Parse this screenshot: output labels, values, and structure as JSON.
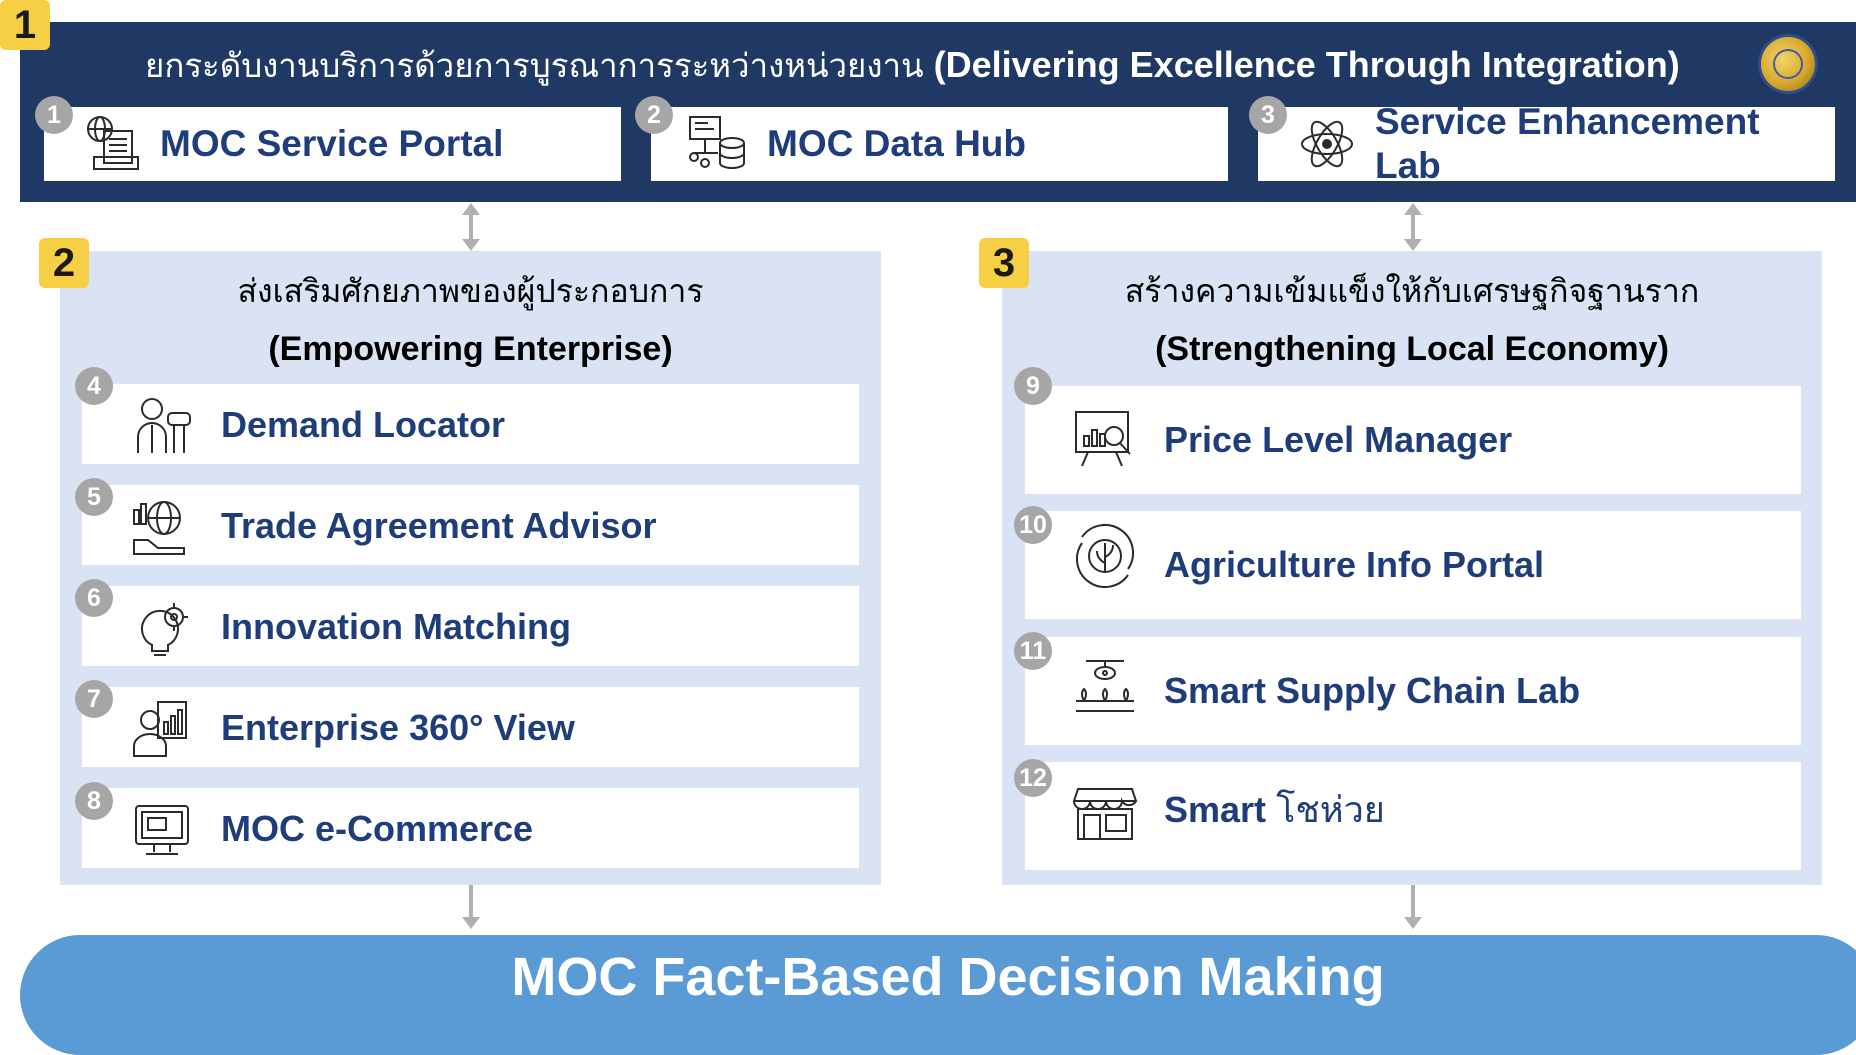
{
  "section1": {
    "badge": "1",
    "title_th": "ยกระดับงานบริการด้วยการบูรณาการระหว่างหน่วยงาน",
    "title_en": "(Delivering Excellence Through Integration)",
    "cards": [
      {
        "num": "1",
        "label": "MOC Service Portal",
        "icon": "globe-document-icon"
      },
      {
        "num": "2",
        "label": "MOC Data Hub",
        "icon": "data-hub-icon"
      },
      {
        "num": "3",
        "label_line1": "Service Enhancement",
        "label_line2": "Lab",
        "icon": "atom-icon"
      }
    ]
  },
  "section2": {
    "badge": "2",
    "title_th": "ส่งเสริมศักยภาพของผู้ประกอบการ",
    "title_en": "(Empowering Enterprise)",
    "items": [
      {
        "num": "4",
        "label": "Demand Locator",
        "icon": "business-person-icon"
      },
      {
        "num": "5",
        "label": "Trade Agreement Advisor",
        "icon": "global-trade-icon"
      },
      {
        "num": "6",
        "label": "Innovation Matching",
        "icon": "innovation-bulb-icon"
      },
      {
        "num": "7",
        "label": "Enterprise 360° View",
        "icon": "analyst-dashboard-icon"
      },
      {
        "num": "8",
        "label": "MOC e-Commerce",
        "icon": "ecommerce-monitor-icon"
      }
    ]
  },
  "section3": {
    "badge": "3",
    "title_th": "สร้างความเข้มแข็งให้กับเศรษฐกิจฐานราก",
    "title_en": "(Strengthening Local Economy)",
    "items": [
      {
        "num": "9",
        "label": "Price Level Manager",
        "icon": "price-analysis-board-icon"
      },
      {
        "num": "10",
        "label": "Agriculture Info Portal",
        "icon": "agriculture-leaf-icon"
      },
      {
        "num": "11",
        "label": "Smart Supply Chain Lab",
        "icon": "drone-farm-icon"
      },
      {
        "num": "12",
        "label_en": "Smart",
        "label_th": "โชห่วย",
        "icon": "storefront-icon"
      }
    ]
  },
  "bottom": {
    "label": "MOC Fact-Based Decision Making"
  }
}
